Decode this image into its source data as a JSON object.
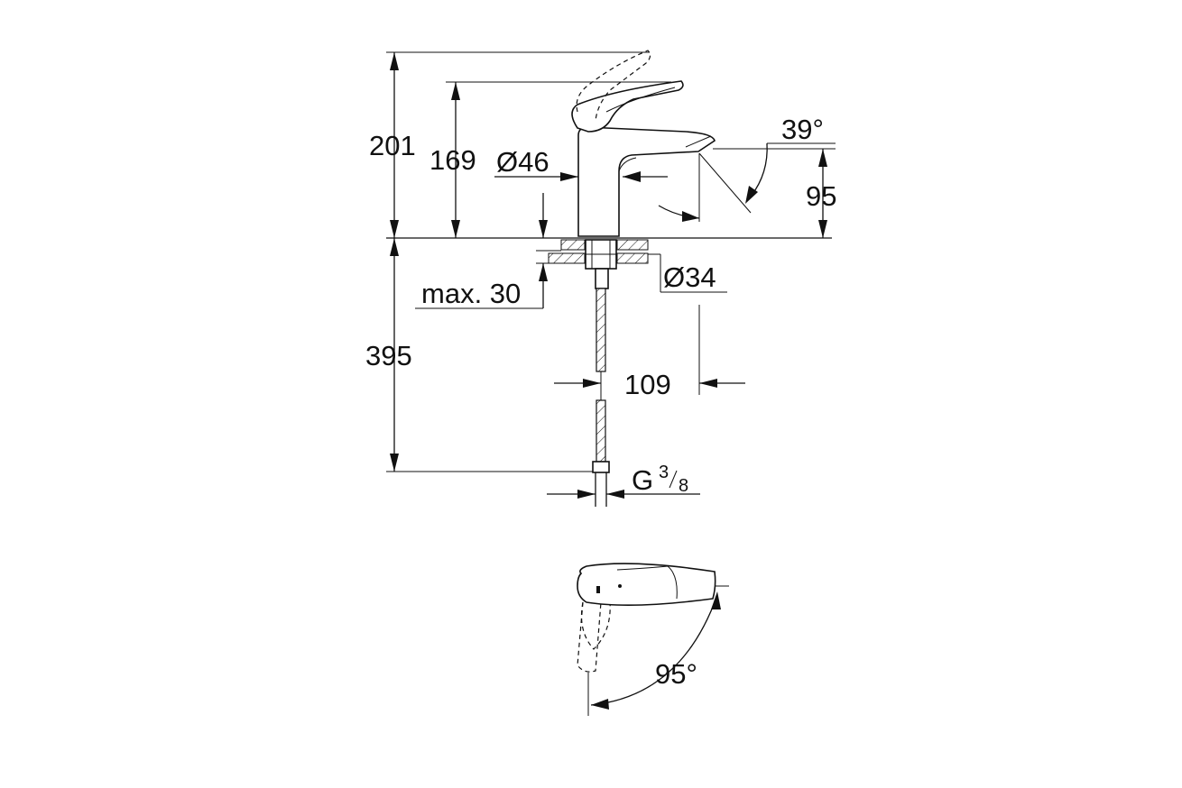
{
  "dimensions": {
    "overall_height": "201",
    "spout_height": "169",
    "body_diameter": "Ø46",
    "spout_angle": "39°",
    "spout_clearance": "95",
    "hole_diameter": "Ø34",
    "max_deck_thickness": "max. 30",
    "hose_length": "395",
    "spout_reach": "109",
    "connection_thread": "G",
    "thread_fraction_num": "3",
    "thread_fraction_den": "8",
    "lever_rotation": "95°"
  },
  "colors": {
    "line": "#111111",
    "background": "#ffffff"
  }
}
